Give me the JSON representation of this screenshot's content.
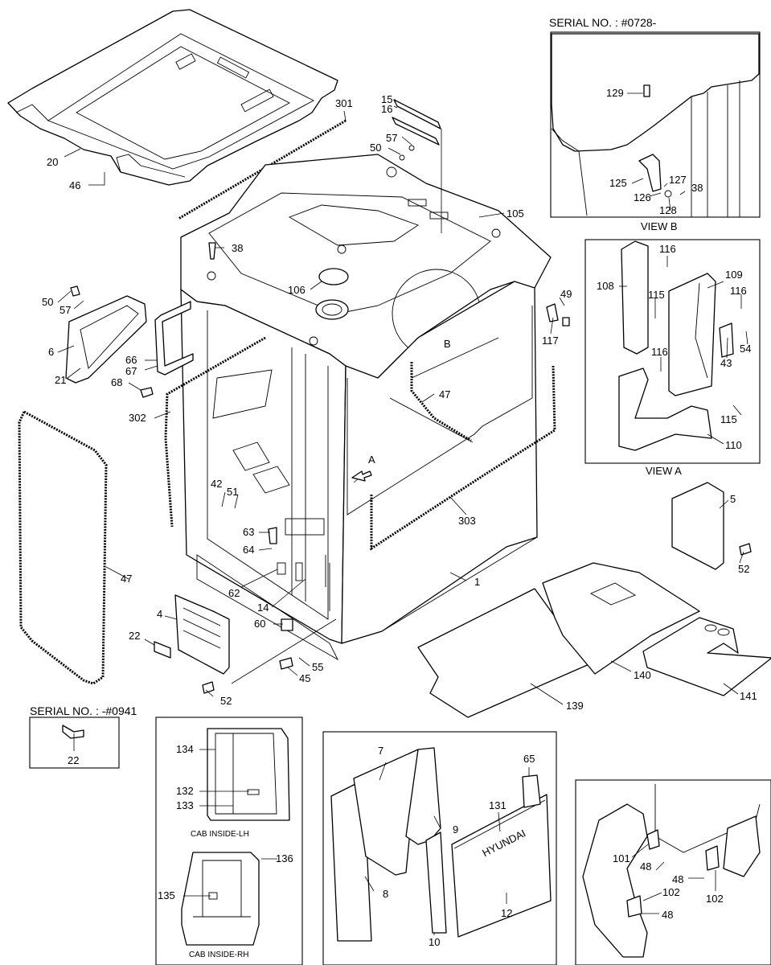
{
  "serial_top": "SERIAL NO. : #0728-",
  "serial_left": "SERIAL NO. : -#0941",
  "view_b": "VIEW B",
  "view_a": "VIEW A",
  "cab_lh": "CAB INSIDE-LH",
  "cab_rh": "CAB INSIDE-RH",
  "marker_a": "A",
  "marker_b": "B",
  "brand": "HYUNDAI",
  "callouts": {
    "c1": "1",
    "c4": "4",
    "c5": "5",
    "c6": "6",
    "c7": "7",
    "c8": "8",
    "c9": "9",
    "c10": "10",
    "c12": "12",
    "c14": "14",
    "c15": "15",
    "c16": "16",
    "c20": "20",
    "c21": "21",
    "c22": "22",
    "c22b": "22",
    "c38": "38",
    "c38b": "38",
    "c42": "42",
    "c43": "43",
    "c45": "45",
    "c46": "46",
    "c47a": "47",
    "c47b": "47",
    "c48a": "48",
    "c48b": "48",
    "c48c": "48",
    "c49": "49",
    "c50a": "50",
    "c50b": "50",
    "c51": "51",
    "c52a": "52",
    "c52b": "52",
    "c54": "54",
    "c55": "55",
    "c57a": "57",
    "c57b": "57",
    "c60": "60",
    "c62": "62",
    "c63": "63",
    "c64": "64",
    "c65": "65",
    "c66": "66",
    "c67": "67",
    "c68": "68",
    "c101": "101",
    "c102a": "102",
    "c102b": "102",
    "c105": "105",
    "c106": "106",
    "c108": "108",
    "c109": "109",
    "c110": "110",
    "c115a": "115",
    "c115b": "115",
    "c116a": "116",
    "c116b": "116",
    "c116c": "116",
    "c117": "117",
    "c125": "125",
    "c126": "126",
    "c127": "127",
    "c128": "128",
    "c129": "129",
    "c131": "131",
    "c132": "132",
    "c133": "133",
    "c134": "134",
    "c135": "135",
    "c136": "136",
    "c139": "139",
    "c140": "140",
    "c141": "141",
    "c301": "301",
    "c302": "302",
    "c303": "303"
  }
}
